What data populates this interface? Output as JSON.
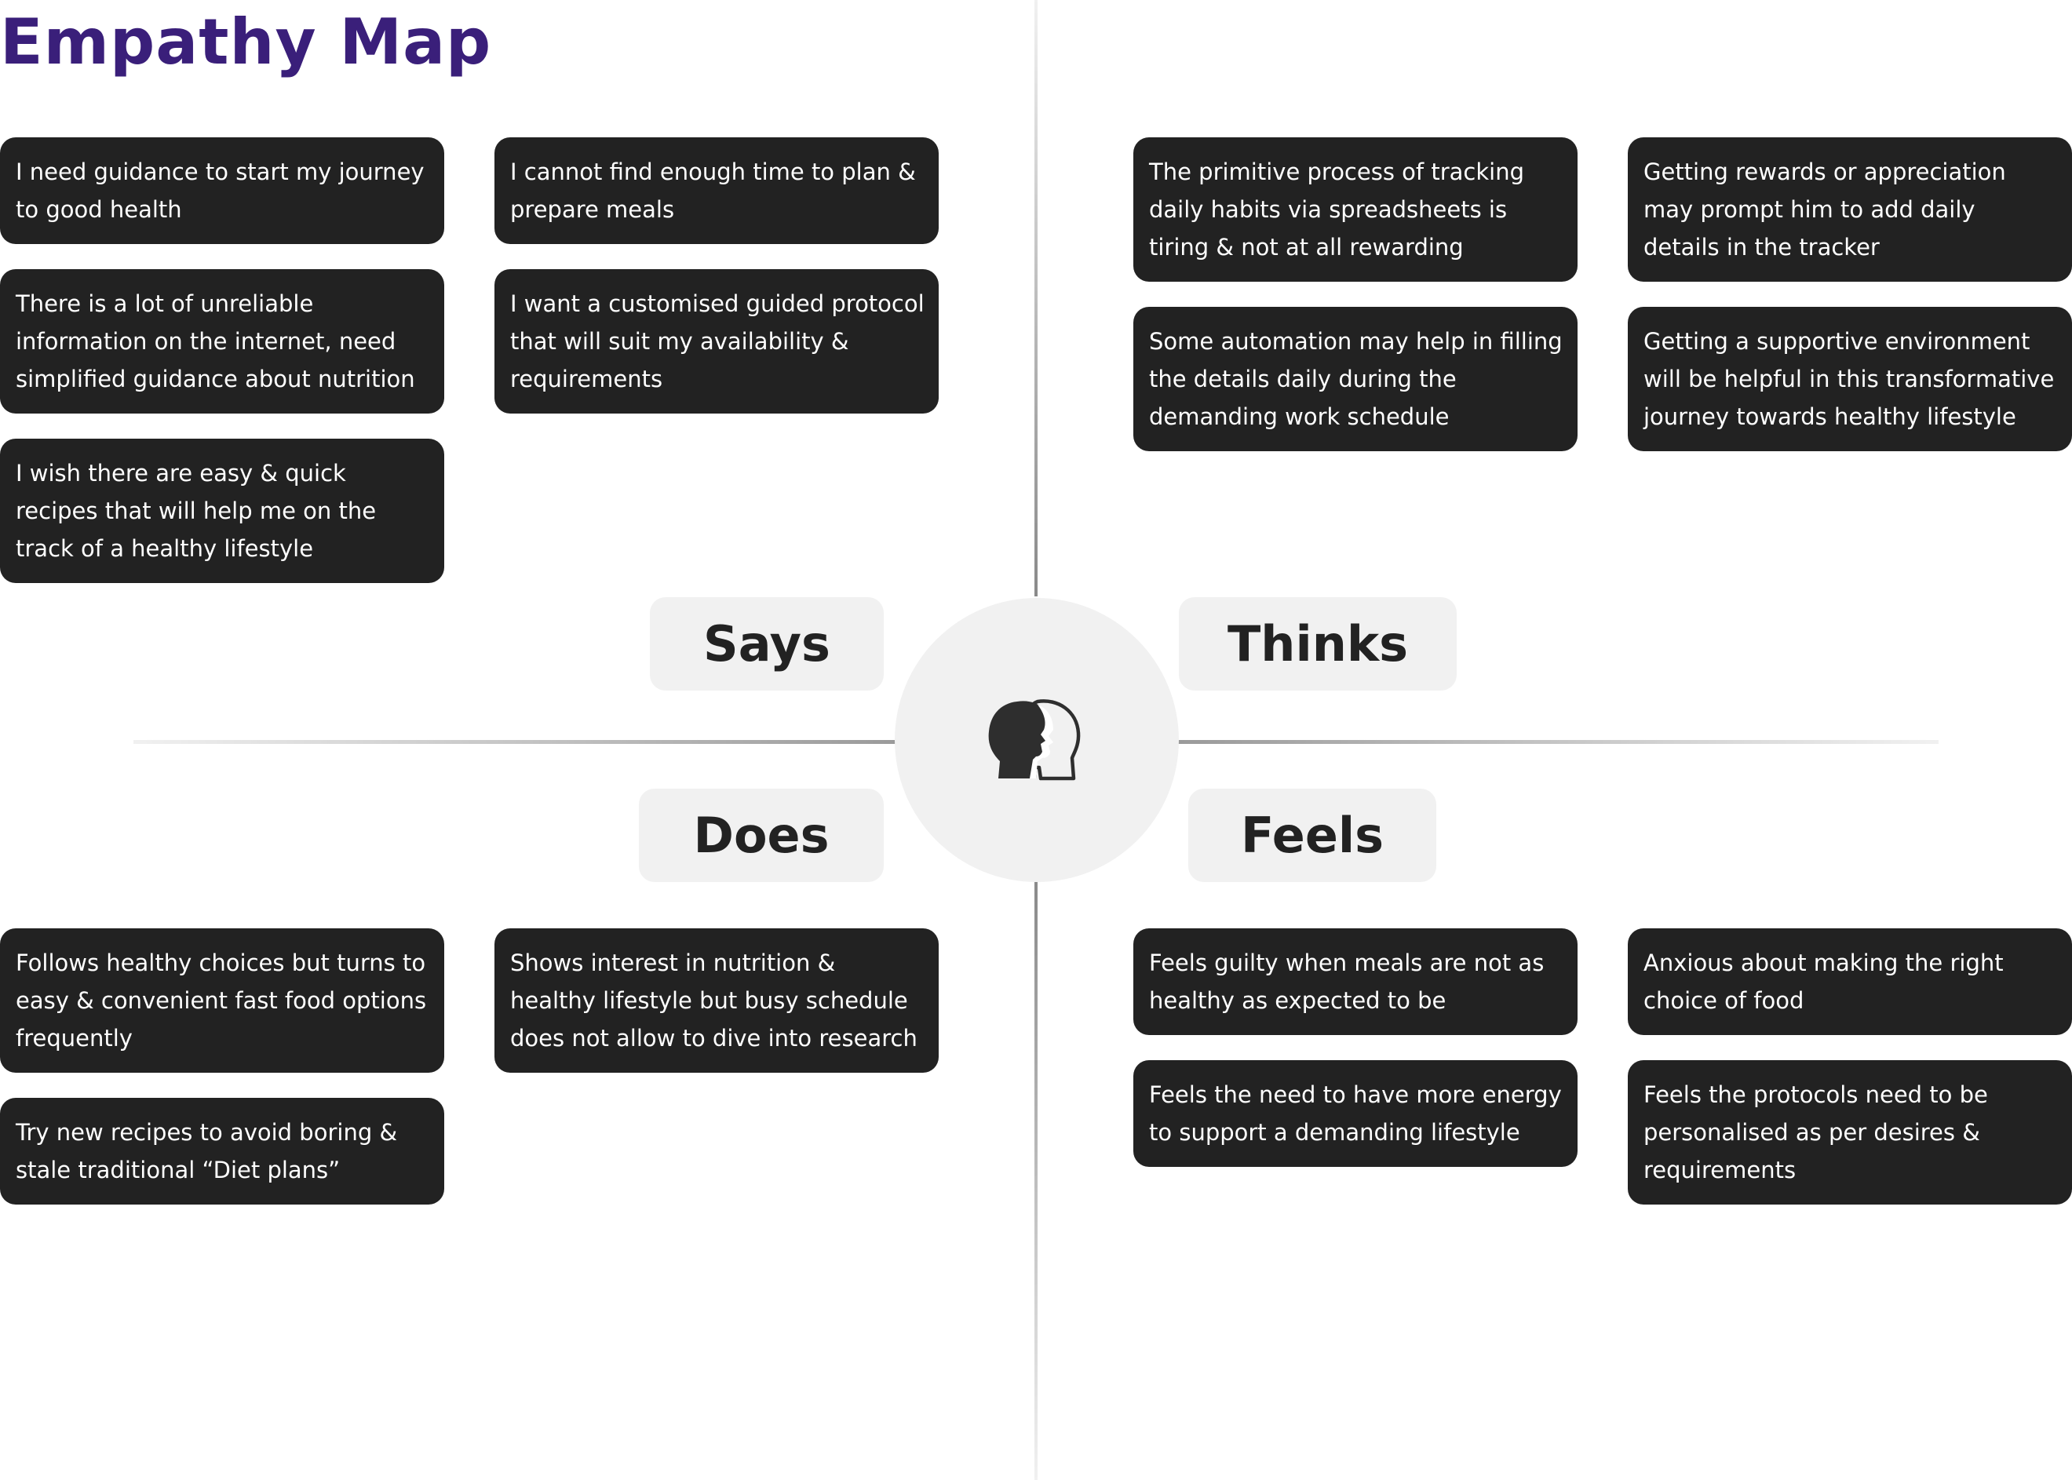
{
  "title": "Empathy Map",
  "quadrants": {
    "says": "Says",
    "thinks": "Thinks",
    "does": "Does",
    "feels": "Feels"
  },
  "center_icon": "two-heads-profile-icon",
  "colors": {
    "title": "#3a1f7a",
    "card_background": "#222222",
    "card_text": "#ffffff",
    "label_background": "#f1f1f1",
    "label_text": "#222222"
  },
  "cards": {
    "says": [
      "I need guidance to start my journey to good health",
      "I cannot find enough time to plan & prepare meals",
      "There is a lot of unreliable information on the internet, need simplified guidance about nutrition",
      "I want a customised guided protocol that will suit my availability & requirements",
      "I wish there are easy & quick recipes that will help me on the track of a healthy lifestyle"
    ],
    "thinks": [
      "The primitive process of tracking daily habits via spreadsheets is tiring & not at all rewarding",
      "Getting rewards or appreciation may prompt him to add daily details in the tracker",
      "Some automation may help in filling the details daily during the demanding work schedule",
      "Getting a supportive environment will be helpful in this transformative journey towards healthy lifestyle"
    ],
    "does": [
      "Follows healthy choices but turns to easy & convenient fast food options frequently",
      "Shows interest in nutrition & healthy lifestyle but busy schedule does not allow to dive into research",
      "Try new recipes to avoid boring & stale traditional “Diet plans”"
    ],
    "feels": [
      "Feels guilty when meals are not as healthy as expected to be",
      "Anxious about making the right choice of food",
      "Feels the need to have more energy to support a demanding lifestyle",
      "Feels the protocols need to be personalised as per desires & requirements"
    ]
  }
}
